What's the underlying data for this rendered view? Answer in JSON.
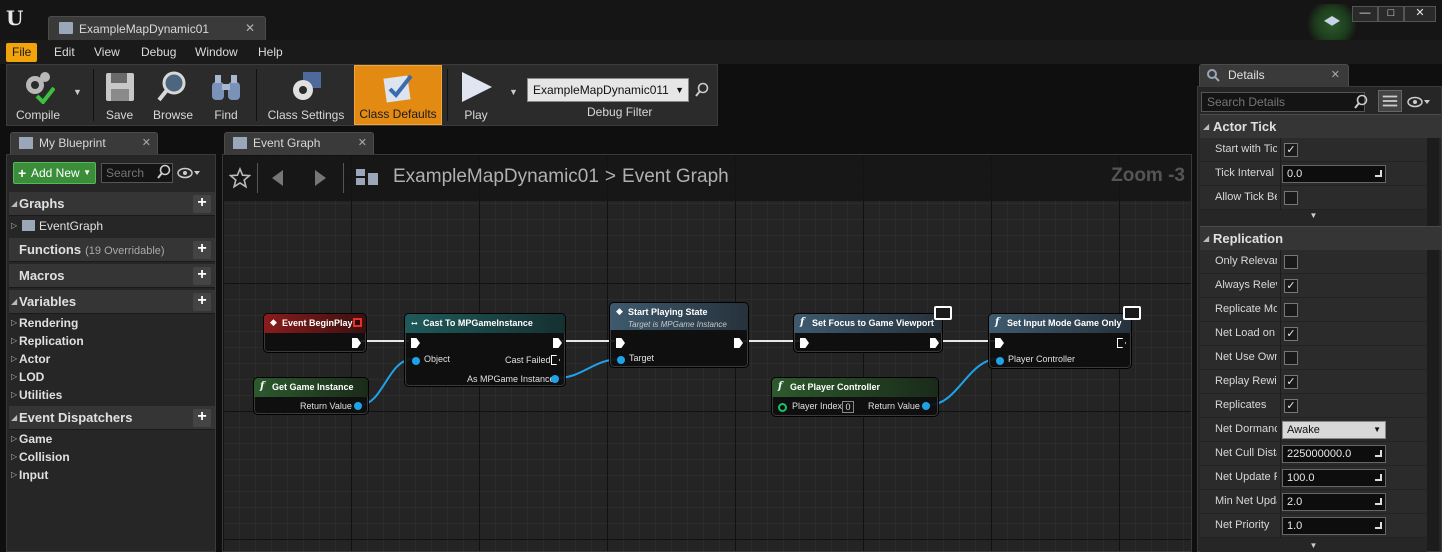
{
  "window": {
    "doc_tab": "ExampleMapDynamic01",
    "controls": {
      "minimize": "—",
      "maximize": "□",
      "close": "✕"
    }
  },
  "menu": [
    "File",
    "Edit",
    "View",
    "Debug",
    "Window",
    "Help"
  ],
  "toolbar": {
    "compile": "Compile",
    "save": "Save",
    "browse": "Browse",
    "find": "Find",
    "class_settings": "Class Settings",
    "class_defaults": "Class Defaults",
    "play": "Play",
    "debug_value": "ExampleMapDynamic011",
    "debug_label": "Debug Filter"
  },
  "my_blueprint": {
    "tab": "My Blueprint",
    "add_new": "Add New",
    "search_placeholder": "Search",
    "sections": {
      "graphs": "Graphs",
      "event_graph": "EventGraph",
      "functions": "Functions",
      "functions_sub": "(19 Overridable)",
      "macros": "Macros",
      "variables": "Variables",
      "event_dispatchers": "Event Dispatchers"
    },
    "variable_categories": [
      "Rendering",
      "Replication",
      "Actor",
      "LOD",
      "Utilities"
    ],
    "dispatcher_categories": [
      "Game",
      "Collision",
      "Input"
    ]
  },
  "graph": {
    "tab": "Event Graph",
    "breadcrumb_root": "ExampleMapDynamic01",
    "breadcrumb_arrow": ">",
    "breadcrumb_current": "Event Graph",
    "zoom": "Zoom -3",
    "nodes": {
      "begin_play": {
        "title": "Event BeginPlay",
        "color": "#8a1c1c"
      },
      "get_game_instance": {
        "title": "Get Game Instance",
        "out": "Return Value",
        "color": "#2d5a2d"
      },
      "cast": {
        "title": "Cast To MPGameInstance",
        "in": "Object",
        "fail": "Cast Failed",
        "out": "As MPGame Instance",
        "color": "#1f5a5a"
      },
      "start_playing": {
        "title": "Start Playing State",
        "subtitle": "Target is MPGame Instance",
        "in": "Target",
        "color": "#3e5a6e"
      },
      "set_focus": {
        "title": "Set Focus to Game Viewport",
        "color": "#3e5a6e"
      },
      "get_player_controller": {
        "title": "Get Player Controller",
        "index_label": "Player Index",
        "index_value": "0",
        "out": "Return Value",
        "color": "#2d5a2d"
      },
      "set_input_mode": {
        "title": "Set Input Mode Game Only",
        "in": "Player Controller",
        "color": "#3e5a6e"
      }
    }
  },
  "details": {
    "tab": "Details",
    "search_placeholder": "Search Details",
    "actor_tick": {
      "title": "Actor Tick",
      "rows": [
        {
          "label": "Start with Tick Enabled",
          "type": "check",
          "value": "✓"
        },
        {
          "label": "Tick Interval",
          "type": "num",
          "value": "0.0"
        },
        {
          "label": "Allow Tick Before Begin Play",
          "type": "check",
          "value": ""
        }
      ]
    },
    "replication": {
      "title": "Replication",
      "rows": [
        {
          "label": "Only Relevant to Owner",
          "type": "check",
          "value": ""
        },
        {
          "label": "Always Relevant",
          "type": "check",
          "value": "✓"
        },
        {
          "label": "Replicate Movement",
          "type": "check",
          "value": ""
        },
        {
          "label": "Net Load on Client",
          "type": "check",
          "value": "✓"
        },
        {
          "label": "Net Use Owner Relevancy",
          "type": "check",
          "value": ""
        },
        {
          "label": "Replay Rewindable",
          "type": "check",
          "value": "✓"
        },
        {
          "label": "Replicates",
          "type": "check",
          "value": "✓"
        },
        {
          "label": "Net Dormancy",
          "type": "select",
          "value": "Awake"
        },
        {
          "label": "Net Cull Distance Squared",
          "type": "num",
          "value": "225000000.0"
        },
        {
          "label": "Net Update Frequency",
          "type": "num",
          "value": "100.0"
        },
        {
          "label": "Min Net Update Frequency",
          "type": "num",
          "value": "2.0"
        },
        {
          "label": "Net Priority",
          "type": "num",
          "value": "1.0"
        }
      ]
    }
  },
  "colors": {
    "accent_orange": "#e38a12",
    "file_highlight": "#f0a30a",
    "add_new_green": "#3a8e3a",
    "object_pin": "#1fa3e8",
    "int_pin": "#17c46b"
  }
}
